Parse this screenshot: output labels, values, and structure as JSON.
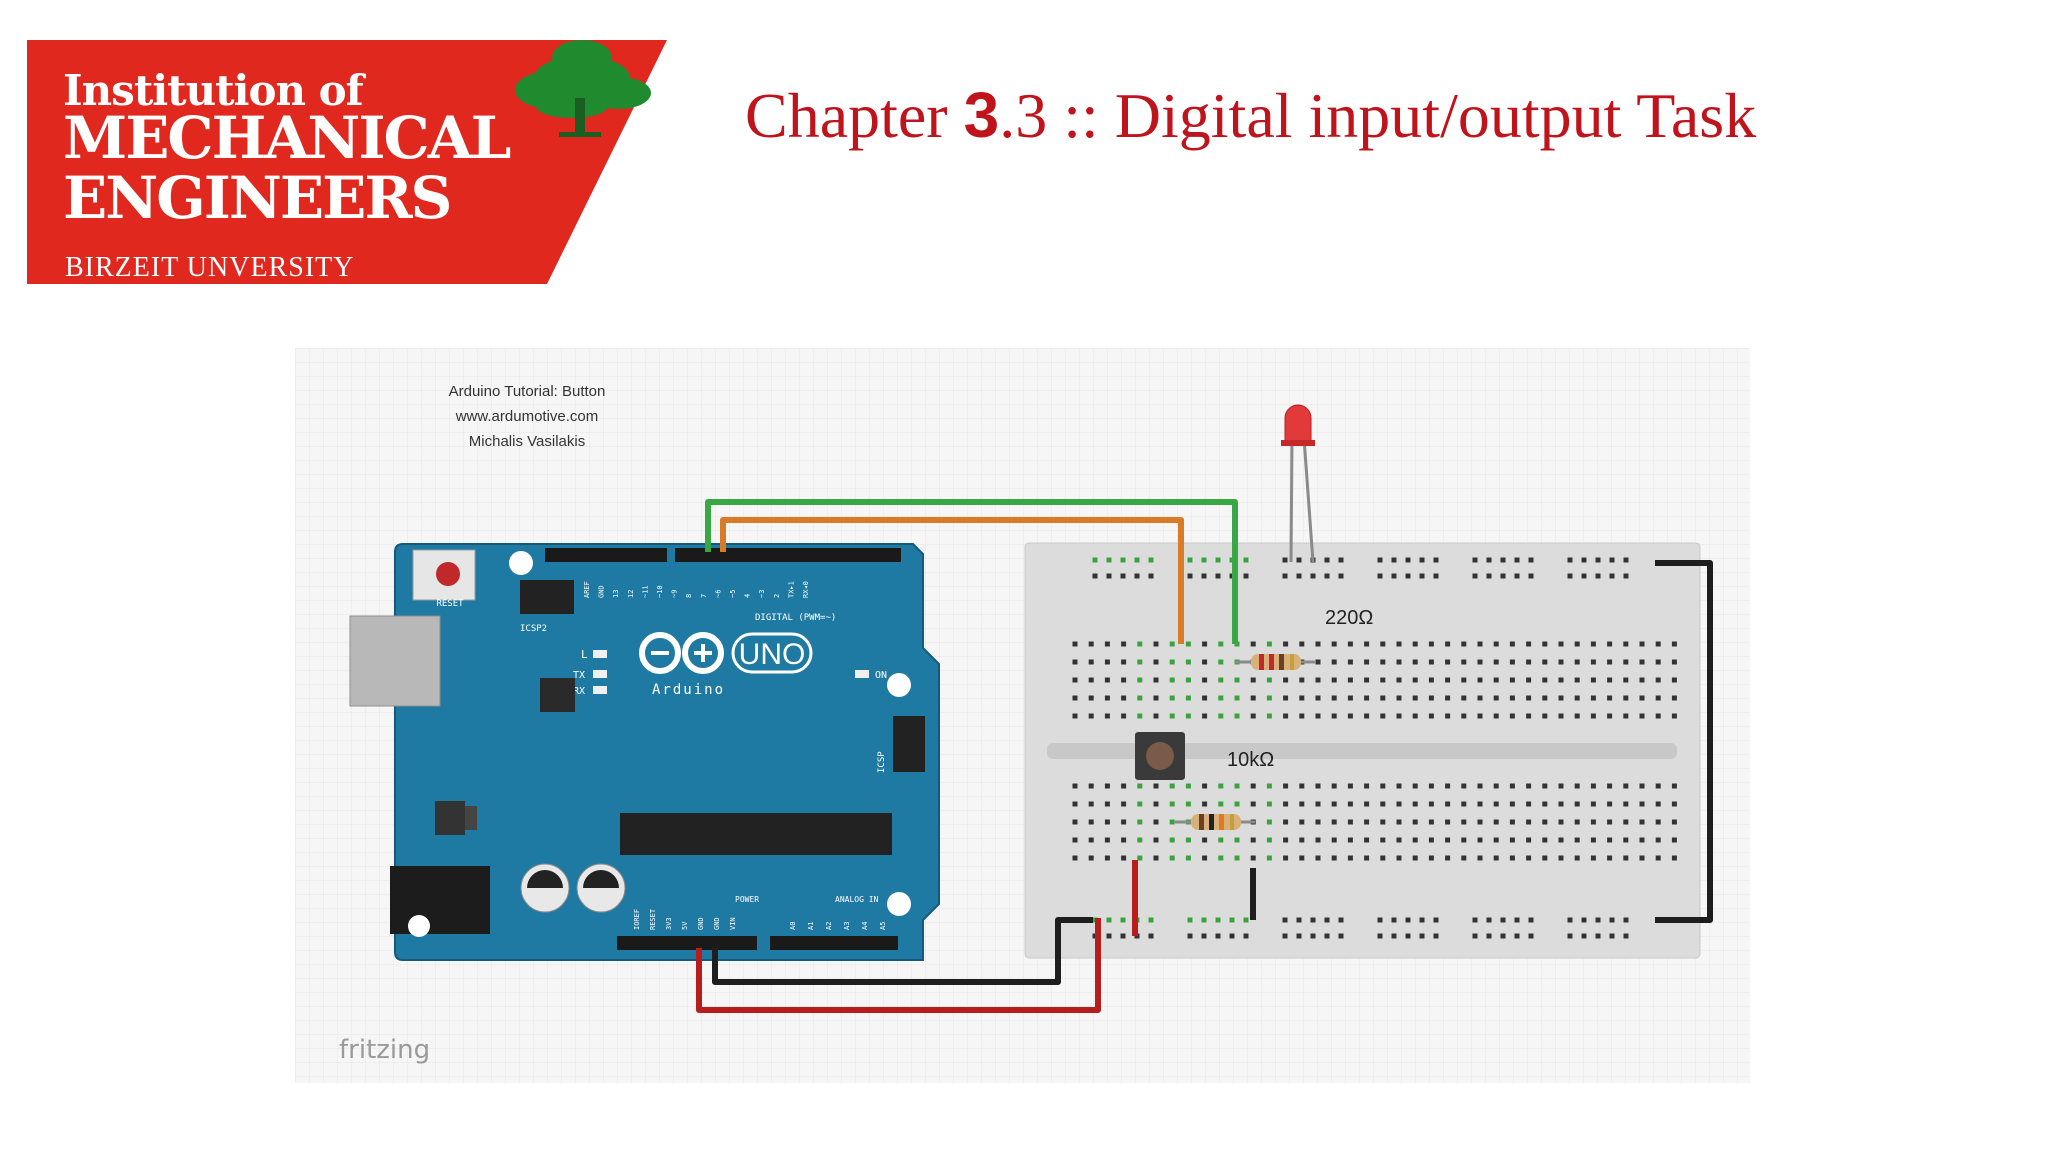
{
  "logo": {
    "line1": "Institution of",
    "line2": "MECHANICAL",
    "line3": "ENGINEERS",
    "line4": "BIRZEIT UNVERSITY",
    "brand_red": "#e0281e",
    "tree_green": "#1f8a2e"
  },
  "title": {
    "prefix": "Chapter ",
    "bold": "3",
    "suffix": ".3 :: Digital input/output Task",
    "color": "#c0141c"
  },
  "diagram": {
    "credits": [
      "Arduino Tutorial: Button",
      "www.ardumotive.com",
      "Michalis Vasilakis"
    ],
    "watermark": "fritzing",
    "board": {
      "uno_label": "UNO",
      "brand": "Arduino",
      "reset_label": "RESET",
      "icsp2_label": "ICSP2",
      "icsp_label": "ICSP",
      "l_label": "L",
      "tx_label": "TX",
      "rx_label": "RX",
      "on_label": "ON",
      "digital_label": "DIGITAL (PWM=~)",
      "power_label": "POWER",
      "analog_label": "ANALOG IN",
      "power_pins": [
        "IOREF",
        "RESET",
        "3V3",
        "5V",
        "GND",
        "GND",
        "VIN"
      ],
      "analog_pins": [
        "A0",
        "A1",
        "A2",
        "A3",
        "A4",
        "A5"
      ],
      "digital_pins": [
        "AREF",
        "GND",
        "13",
        "12",
        "~11",
        "~10",
        "~9",
        "8",
        "7",
        "~6",
        "~5",
        "4",
        "~3",
        "2",
        "TX▸1",
        "RX◂0"
      ],
      "board_color": "#1f7aa3"
    },
    "components": {
      "resistor_led": "220Ω",
      "resistor_button": "10kΩ"
    },
    "wire_colors": {
      "green": "#3aa745",
      "orange": "#d97c28",
      "red": "#b81d1d",
      "black": "#1e1e1e"
    }
  }
}
